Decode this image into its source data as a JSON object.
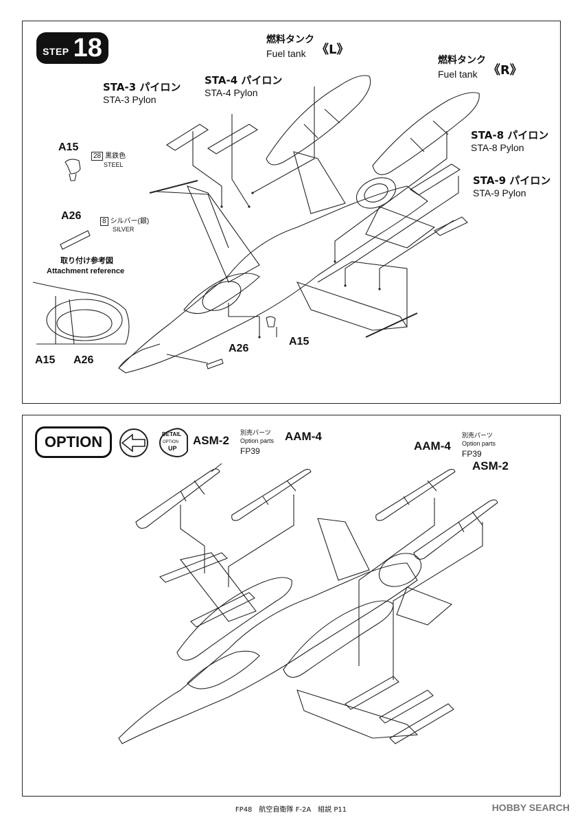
{
  "step": {
    "word": "STEP",
    "number": "18"
  },
  "step18": {
    "fuel_tank_l": {
      "jp": "燃料タンク",
      "en": "Fuel tank",
      "mark": "《L》"
    },
    "fuel_tank_r": {
      "jp": "燃料タンク",
      "en": "Fuel tank",
      "mark": "《R》"
    },
    "sta3": {
      "jp": "STA-3 パイロン",
      "en": "STA-3 Pylon"
    },
    "sta4": {
      "jp": "STA-4 パイロン",
      "en": "STA-4 Pylon"
    },
    "sta8": {
      "jp": "STA-8 パイロン",
      "en": "STA-8 Pylon"
    },
    "sta9": {
      "jp": "STA-9 パイロン",
      "en": "STA-9 Pylon"
    },
    "part_a15": {
      "id": "A15",
      "color_num": "28",
      "color_jp": "黒鉄色",
      "color_en": "STEEL"
    },
    "part_a26": {
      "id": "A26",
      "color_num": "8",
      "color_jp": "シルバー(銀)",
      "color_en": "SILVER"
    },
    "attach_ref": {
      "jp": "取り付け参考図",
      "en": "Attachment reference"
    },
    "inset_labels": [
      "A15",
      "A26"
    ],
    "callouts": {
      "a15": "A15",
      "a26": "A26"
    }
  },
  "option": {
    "title": "OPTION",
    "detail_badge": {
      "top": "DETAIL",
      "mid": "OPTION",
      "bottom": "UP"
    },
    "asm2_left": "ASM-2",
    "aam4_left": {
      "note_jp": "別売パーツ",
      "note_en": "Option parts",
      "code": "FP39",
      "name": "AAM-4"
    },
    "aam4_right": {
      "name": "AAM-4",
      "note_jp": "別売パーツ",
      "note_en": "Option parts",
      "code": "FP39"
    },
    "asm2_right": "ASM-2"
  },
  "footer": "FP48　航空自衛隊 F-2A　組説 P11",
  "watermark": "HOBBY SEARCH"
}
